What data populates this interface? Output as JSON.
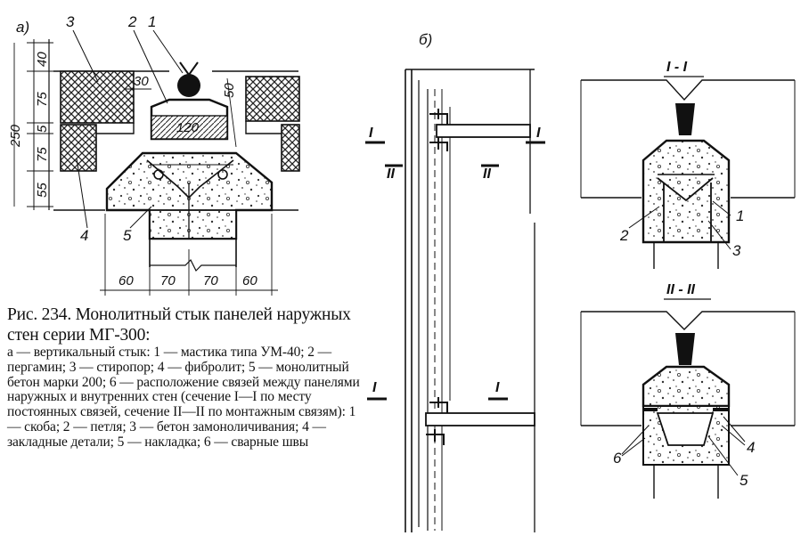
{
  "caption": {
    "title": "Рис. 234. Монолитный стык панелей наружных стен серии МГ-300:",
    "body": "а — вертикальный стык: 1 — мастика типа УМ-40; 2 — пергамин; 3 — стиропор; 4 — фибролит; 5 — монолитный бетон марки 200; 6 — расположение связей между панелями наружных и внутренних стен (сечение I—I по месту постоянных связей, сечение II—II по монтажным связям): 1 — скоба; 2 — петля; 3 — бетон замоноличивания; 4 — закладные детали; 5 — накладка; 6 — сварные швы"
  },
  "figure_a": {
    "label": "а)",
    "vertical_dims": [
      "40",
      "75",
      "5",
      "75",
      "55"
    ],
    "total_height": "250",
    "dim_30": "30",
    "dim_50": "50",
    "dim_120": "120",
    "bottom_dims": [
      "60",
      "70",
      "70",
      "60"
    ],
    "callouts": [
      "3",
      "2",
      "1",
      "4",
      "5"
    ]
  },
  "figure_b": {
    "label": "б)",
    "section_marks": [
      "I",
      "II",
      "II",
      "I",
      "I",
      "I"
    ]
  },
  "section_1": {
    "title": "I - I",
    "callouts": [
      "2",
      "1",
      "3"
    ]
  },
  "section_2": {
    "title": "II - II",
    "callouts": [
      "6",
      "4",
      "5"
    ]
  }
}
